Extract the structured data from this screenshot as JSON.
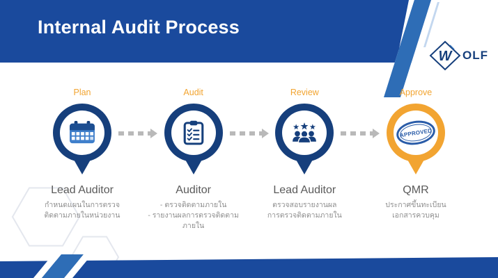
{
  "slide": {
    "title": "Internal Audit Process",
    "logo": {
      "w": "W",
      "suffix": "OLF"
    }
  },
  "steps": [
    {
      "stage": "Plan",
      "role": "Lead Auditor",
      "description": "กำหนดแผนในการตรวจ\nติดตามภายในหน่วยงาน",
      "icon": "calendar-icon",
      "pin_color": "#163F7C"
    },
    {
      "stage": "Audit",
      "role": "Auditor",
      "description": "- ตรวจติดตามภายใน\n- รายงานผลการตรวจติดตามภายใน",
      "icon": "checklist-icon",
      "pin_color": "#163F7C"
    },
    {
      "stage": "Review",
      "role": "Lead Auditor",
      "description": "ตรวจสอบรายงานผล\nการตรวจติดตามภายใน",
      "icon": "team-review-icon",
      "pin_color": "#163F7C"
    },
    {
      "stage": "Approve",
      "role": "QMR",
      "description": "ประกาศขึ้นทะเบียน\nเอกสารควบคุม",
      "icon": "approved-stamp-icon",
      "stamp_text": "APPROVED",
      "pin_color": "#F2A431"
    }
  ],
  "colors": {
    "header_blue": "#1A4A9D",
    "accent_blue": "#2E6DB6",
    "pin_navy": "#163F7C",
    "pin_orange": "#F2A431",
    "stage_orange": "#F2A430",
    "arrow_gray": "#B9B9B9",
    "role_gray": "#5A5A5A",
    "desc_gray": "#8E8E8E"
  }
}
